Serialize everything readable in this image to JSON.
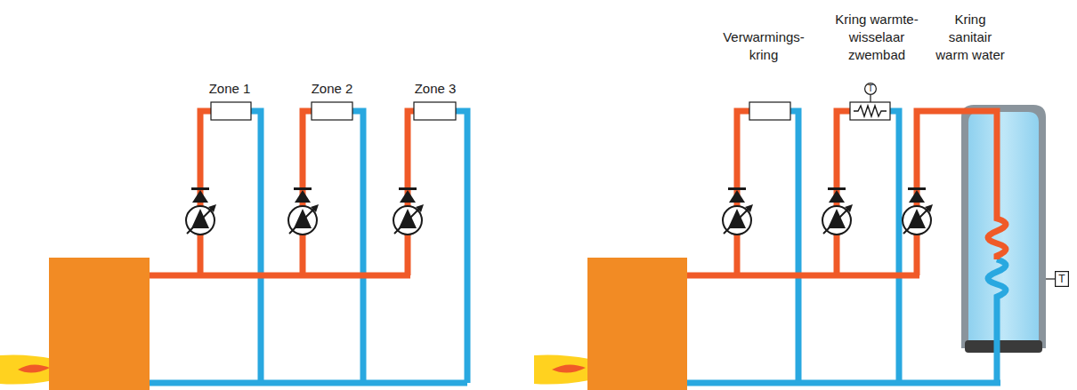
{
  "diagram": {
    "nodes": [
      {
        "text": [
          "T"
        ]
      },
      {
        "text": [
          "T"
        ]
      }
    ],
    "labels": [
      "Zone 1",
      "Zone 2",
      "Zone 3",
      "Verwarmings- kring",
      "Kring warmte- wisselaar zwembad",
      "Kring sanitair warm water"
    ]
  }
}
